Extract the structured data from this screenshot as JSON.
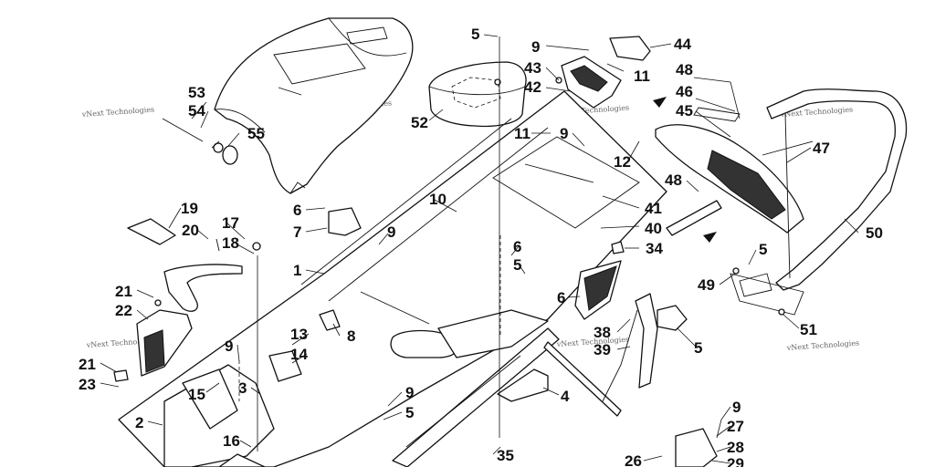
{
  "diagram": {
    "watermark": "vNext Technologies",
    "callouts": [
      {
        "id": "c5a",
        "label": "5"
      },
      {
        "id": "c9a",
        "label": "9"
      },
      {
        "id": "c44",
        "label": "44"
      },
      {
        "id": "c43",
        "label": "43"
      },
      {
        "id": "c11a",
        "label": "11"
      },
      {
        "id": "c48a",
        "label": "48"
      },
      {
        "id": "c42",
        "label": "42"
      },
      {
        "id": "c46",
        "label": "46"
      },
      {
        "id": "c45",
        "label": "45"
      },
      {
        "id": "c53",
        "label": "53"
      },
      {
        "id": "c54",
        "label": "54"
      },
      {
        "id": "c52",
        "label": "52"
      },
      {
        "id": "c55",
        "label": "55"
      },
      {
        "id": "c11b",
        "label": "11"
      },
      {
        "id": "c9b",
        "label": "9"
      },
      {
        "id": "c12",
        "label": "12"
      },
      {
        "id": "c47",
        "label": "47"
      },
      {
        "id": "c48b",
        "label": "48"
      },
      {
        "id": "c19",
        "label": "19"
      },
      {
        "id": "c10",
        "label": "10"
      },
      {
        "id": "c41",
        "label": "41"
      },
      {
        "id": "c6a",
        "label": "6"
      },
      {
        "id": "c7",
        "label": "7"
      },
      {
        "id": "c17",
        "label": "17"
      },
      {
        "id": "c20",
        "label": "20"
      },
      {
        "id": "c40",
        "label": "40"
      },
      {
        "id": "c9c",
        "label": "9"
      },
      {
        "id": "c50",
        "label": "50"
      },
      {
        "id": "c18",
        "label": "18"
      },
      {
        "id": "c6b",
        "label": "6"
      },
      {
        "id": "c34",
        "label": "34"
      },
      {
        "id": "c5b",
        "label": "5"
      },
      {
        "id": "c1",
        "label": "1"
      },
      {
        "id": "c5c",
        "label": "5"
      },
      {
        "id": "c21a",
        "label": "21"
      },
      {
        "id": "c49",
        "label": "49"
      },
      {
        "id": "c6c",
        "label": "6"
      },
      {
        "id": "c22",
        "label": "22"
      },
      {
        "id": "c8",
        "label": "8"
      },
      {
        "id": "c13",
        "label": "13"
      },
      {
        "id": "c38",
        "label": "38"
      },
      {
        "id": "c51",
        "label": "51"
      },
      {
        "id": "c9d",
        "label": "9"
      },
      {
        "id": "c14",
        "label": "14"
      },
      {
        "id": "c39",
        "label": "39"
      },
      {
        "id": "c5d",
        "label": "5"
      },
      {
        "id": "c21b",
        "label": "21"
      },
      {
        "id": "c23",
        "label": "23"
      },
      {
        "id": "c3",
        "label": "3"
      },
      {
        "id": "c9e",
        "label": "9"
      },
      {
        "id": "c4",
        "label": "4"
      },
      {
        "id": "c15",
        "label": "15"
      },
      {
        "id": "c5e",
        "label": "5"
      },
      {
        "id": "c2",
        "label": "2"
      },
      {
        "id": "c9f",
        "label": "9"
      },
      {
        "id": "c27",
        "label": "27"
      },
      {
        "id": "c16",
        "label": "16"
      },
      {
        "id": "c28",
        "label": "28"
      },
      {
        "id": "c35",
        "label": "35"
      },
      {
        "id": "c26",
        "label": "26"
      },
      {
        "id": "c29",
        "label": "29"
      }
    ]
  }
}
